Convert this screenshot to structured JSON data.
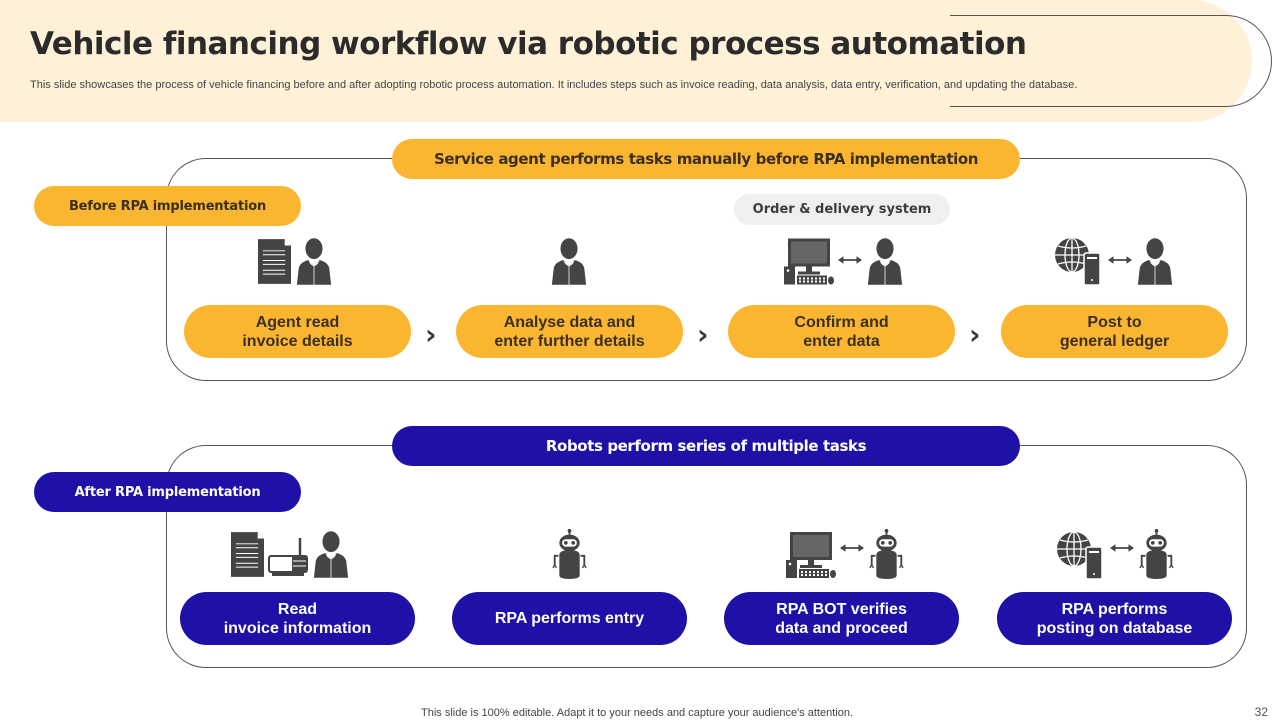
{
  "header": {
    "title": "Vehicle financing workflow via robotic process automation",
    "subtitle": "This slide showcases the process of vehicle financing before and after adopting robotic process automation. It includes steps such as invoice reading, data analysis, data entry, verification, and updating the database."
  },
  "before": {
    "label": "Before RPA implementation",
    "banner": "Service agent performs tasks manually before RPA implementation",
    "system_tag": "Order & delivery system",
    "steps": [
      {
        "label": "Agent read\ninvoice details",
        "icons": [
          "document-icon",
          "person-icon"
        ]
      },
      {
        "label": "Analyse data and\nenter further details",
        "icons": [
          "person-icon"
        ]
      },
      {
        "label": "Confirm and\nenter data",
        "icons": [
          "desktop-computer-icon",
          "double-arrow-icon",
          "person-icon"
        ]
      },
      {
        "label": "Post to\ngeneral ledger",
        "icons": [
          "globe-icon",
          "server-icon",
          "double-arrow-icon",
          "person-icon"
        ]
      }
    ],
    "separator_icon": "chevron-right-icon"
  },
  "after": {
    "label": "After RPA implementation",
    "banner": "Robots perform series of multiple tasks",
    "steps": [
      {
        "label": "Read\ninvoice information",
        "icons": [
          "document-icon",
          "router-icon",
          "person-icon"
        ]
      },
      {
        "label": "RPA performs entry",
        "icons": [
          "robot-icon"
        ]
      },
      {
        "label": "RPA BOT verifies\ndata and proceed",
        "icons": [
          "desktop-computer-icon",
          "double-arrow-icon",
          "robot-icon"
        ]
      },
      {
        "label": "RPA performs\nposting on database",
        "icons": [
          "globe-icon",
          "server-icon",
          "double-arrow-icon",
          "robot-icon"
        ]
      }
    ]
  },
  "colors": {
    "accent_yellow": "#fbb631",
    "accent_blue": "#1f11a8",
    "header_bg": "#fff1d8",
    "icon_gray": "#444444"
  },
  "footer": {
    "note": "This slide is 100% editable. Adapt it to your needs and capture your audience's attention.",
    "page_number": "32"
  }
}
